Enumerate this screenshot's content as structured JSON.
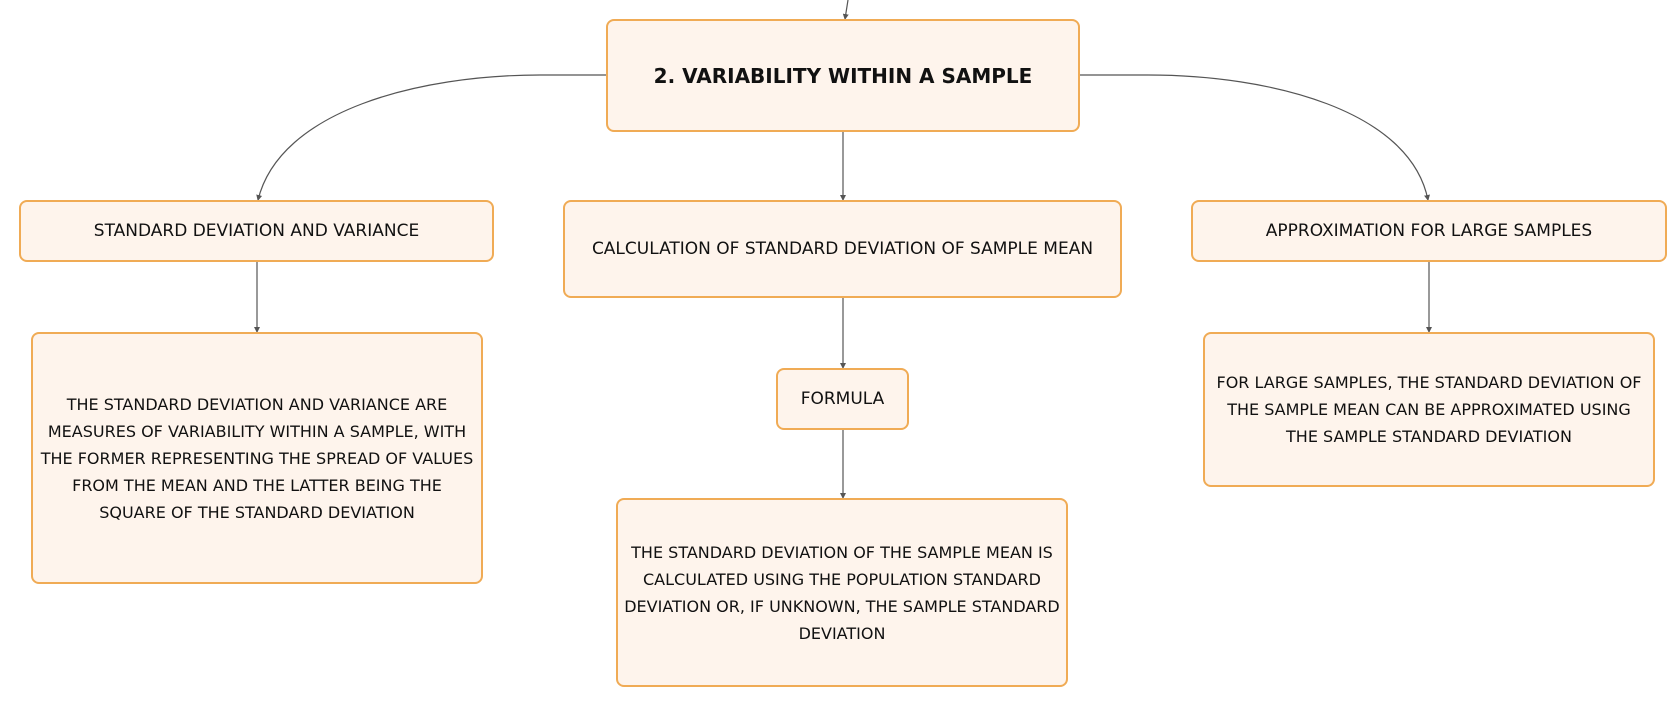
{
  "diagram": {
    "root": {
      "title": "2. VARIABILITY WITHIN A SAMPLE"
    },
    "branches": [
      {
        "label": "STANDARD DEVIATION AND VARIANCE",
        "detail": "THE STANDARD DEVIATION AND VARIANCE ARE MEASURES OF VARIABILITY WITHIN A SAMPLE, WITH THE FORMER REPRESENTING THE SPREAD OF VALUES FROM THE MEAN AND THE LATTER BEING THE SQUARE OF THE STANDARD DEVIATION"
      },
      {
        "label": "CALCULATION OF STANDARD DEVIATION OF SAMPLE MEAN",
        "sublabel": "FORMULA",
        "detail": "THE STANDARD DEVIATION OF THE SAMPLE MEAN IS CALCULATED USING THE POPULATION STANDARD DEVIATION OR, IF UNKNOWN, THE SAMPLE STANDARD DEVIATION"
      },
      {
        "label": "APPROXIMATION FOR LARGE SAMPLES",
        "detail": "FOR LARGE SAMPLES, THE STANDARD DEVIATION OF THE SAMPLE MEAN CAN BE APPROXIMATED USING THE SAMPLE STANDARD DEVIATION"
      }
    ]
  },
  "colors": {
    "node_fill": "#fef4ec",
    "node_border": "#f0ab55",
    "connector": "#555555",
    "text": "#111111"
  }
}
